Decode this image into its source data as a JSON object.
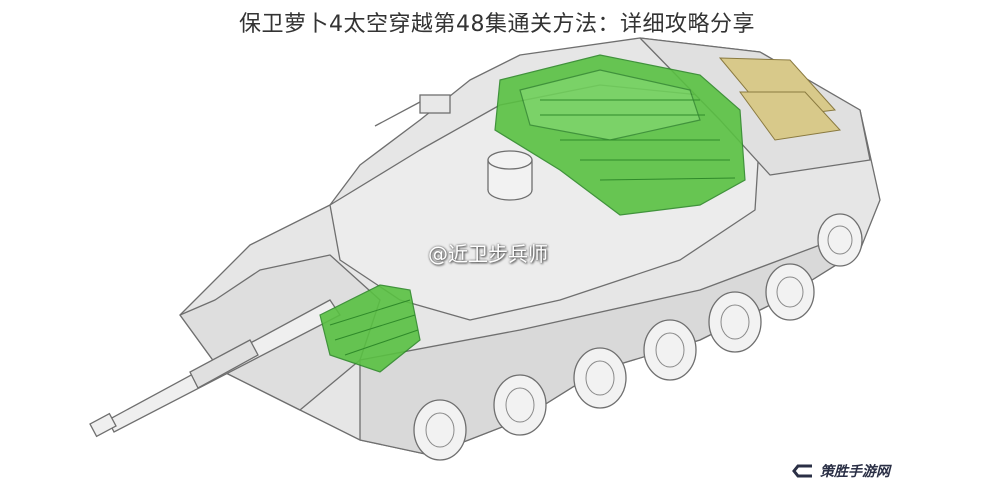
{
  "title": "保卫萝卜4太空穿越第48集通关方法：详细攻略分享",
  "watermark": "@近卫步兵师",
  "site_logo": {
    "text": "策胜手游网"
  },
  "colors": {
    "line": "#6f6f6f",
    "hull_fill": "#e6e6e6",
    "green_fill": "#59c142",
    "green_dark": "#2f8a2a",
    "vent_fill": "#d8c98a"
  },
  "icons": {
    "site_logo_mark": "stylized-c-icon"
  }
}
